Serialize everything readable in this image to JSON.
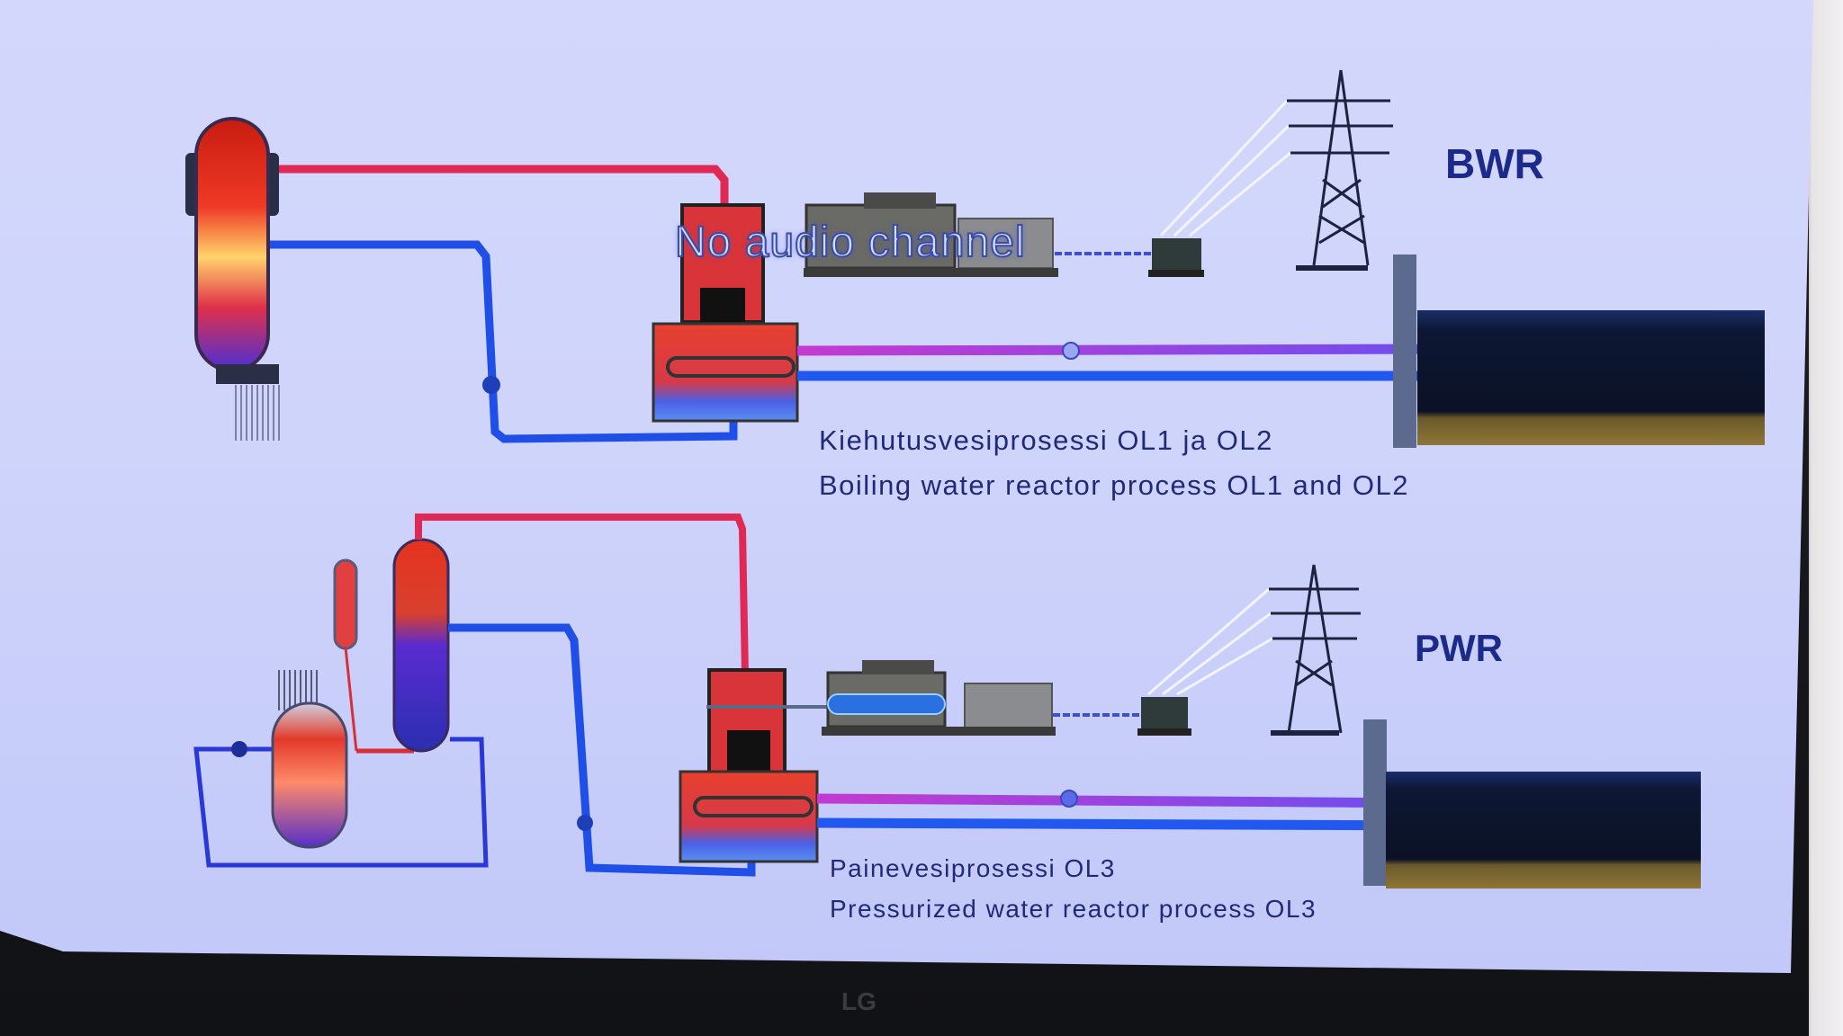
{
  "osd_text": "No audio channel",
  "bwr": {
    "tag": "BWR",
    "caption_fi": "Kiehutusvesiprosessi OL1 ja OL2",
    "caption_en": "Boiling water reactor process OL1 and OL2"
  },
  "pwr": {
    "tag": "PWR",
    "caption_fi": "Painevesiprosessi OL3",
    "caption_en": "Pressurized water reactor process OL3"
  },
  "tv_brand": "LG",
  "colors": {
    "hot_pipe": "#e02a55",
    "cold_pipe": "#1f4fe6",
    "label": "#202a78",
    "background": "#cfd4fb"
  }
}
